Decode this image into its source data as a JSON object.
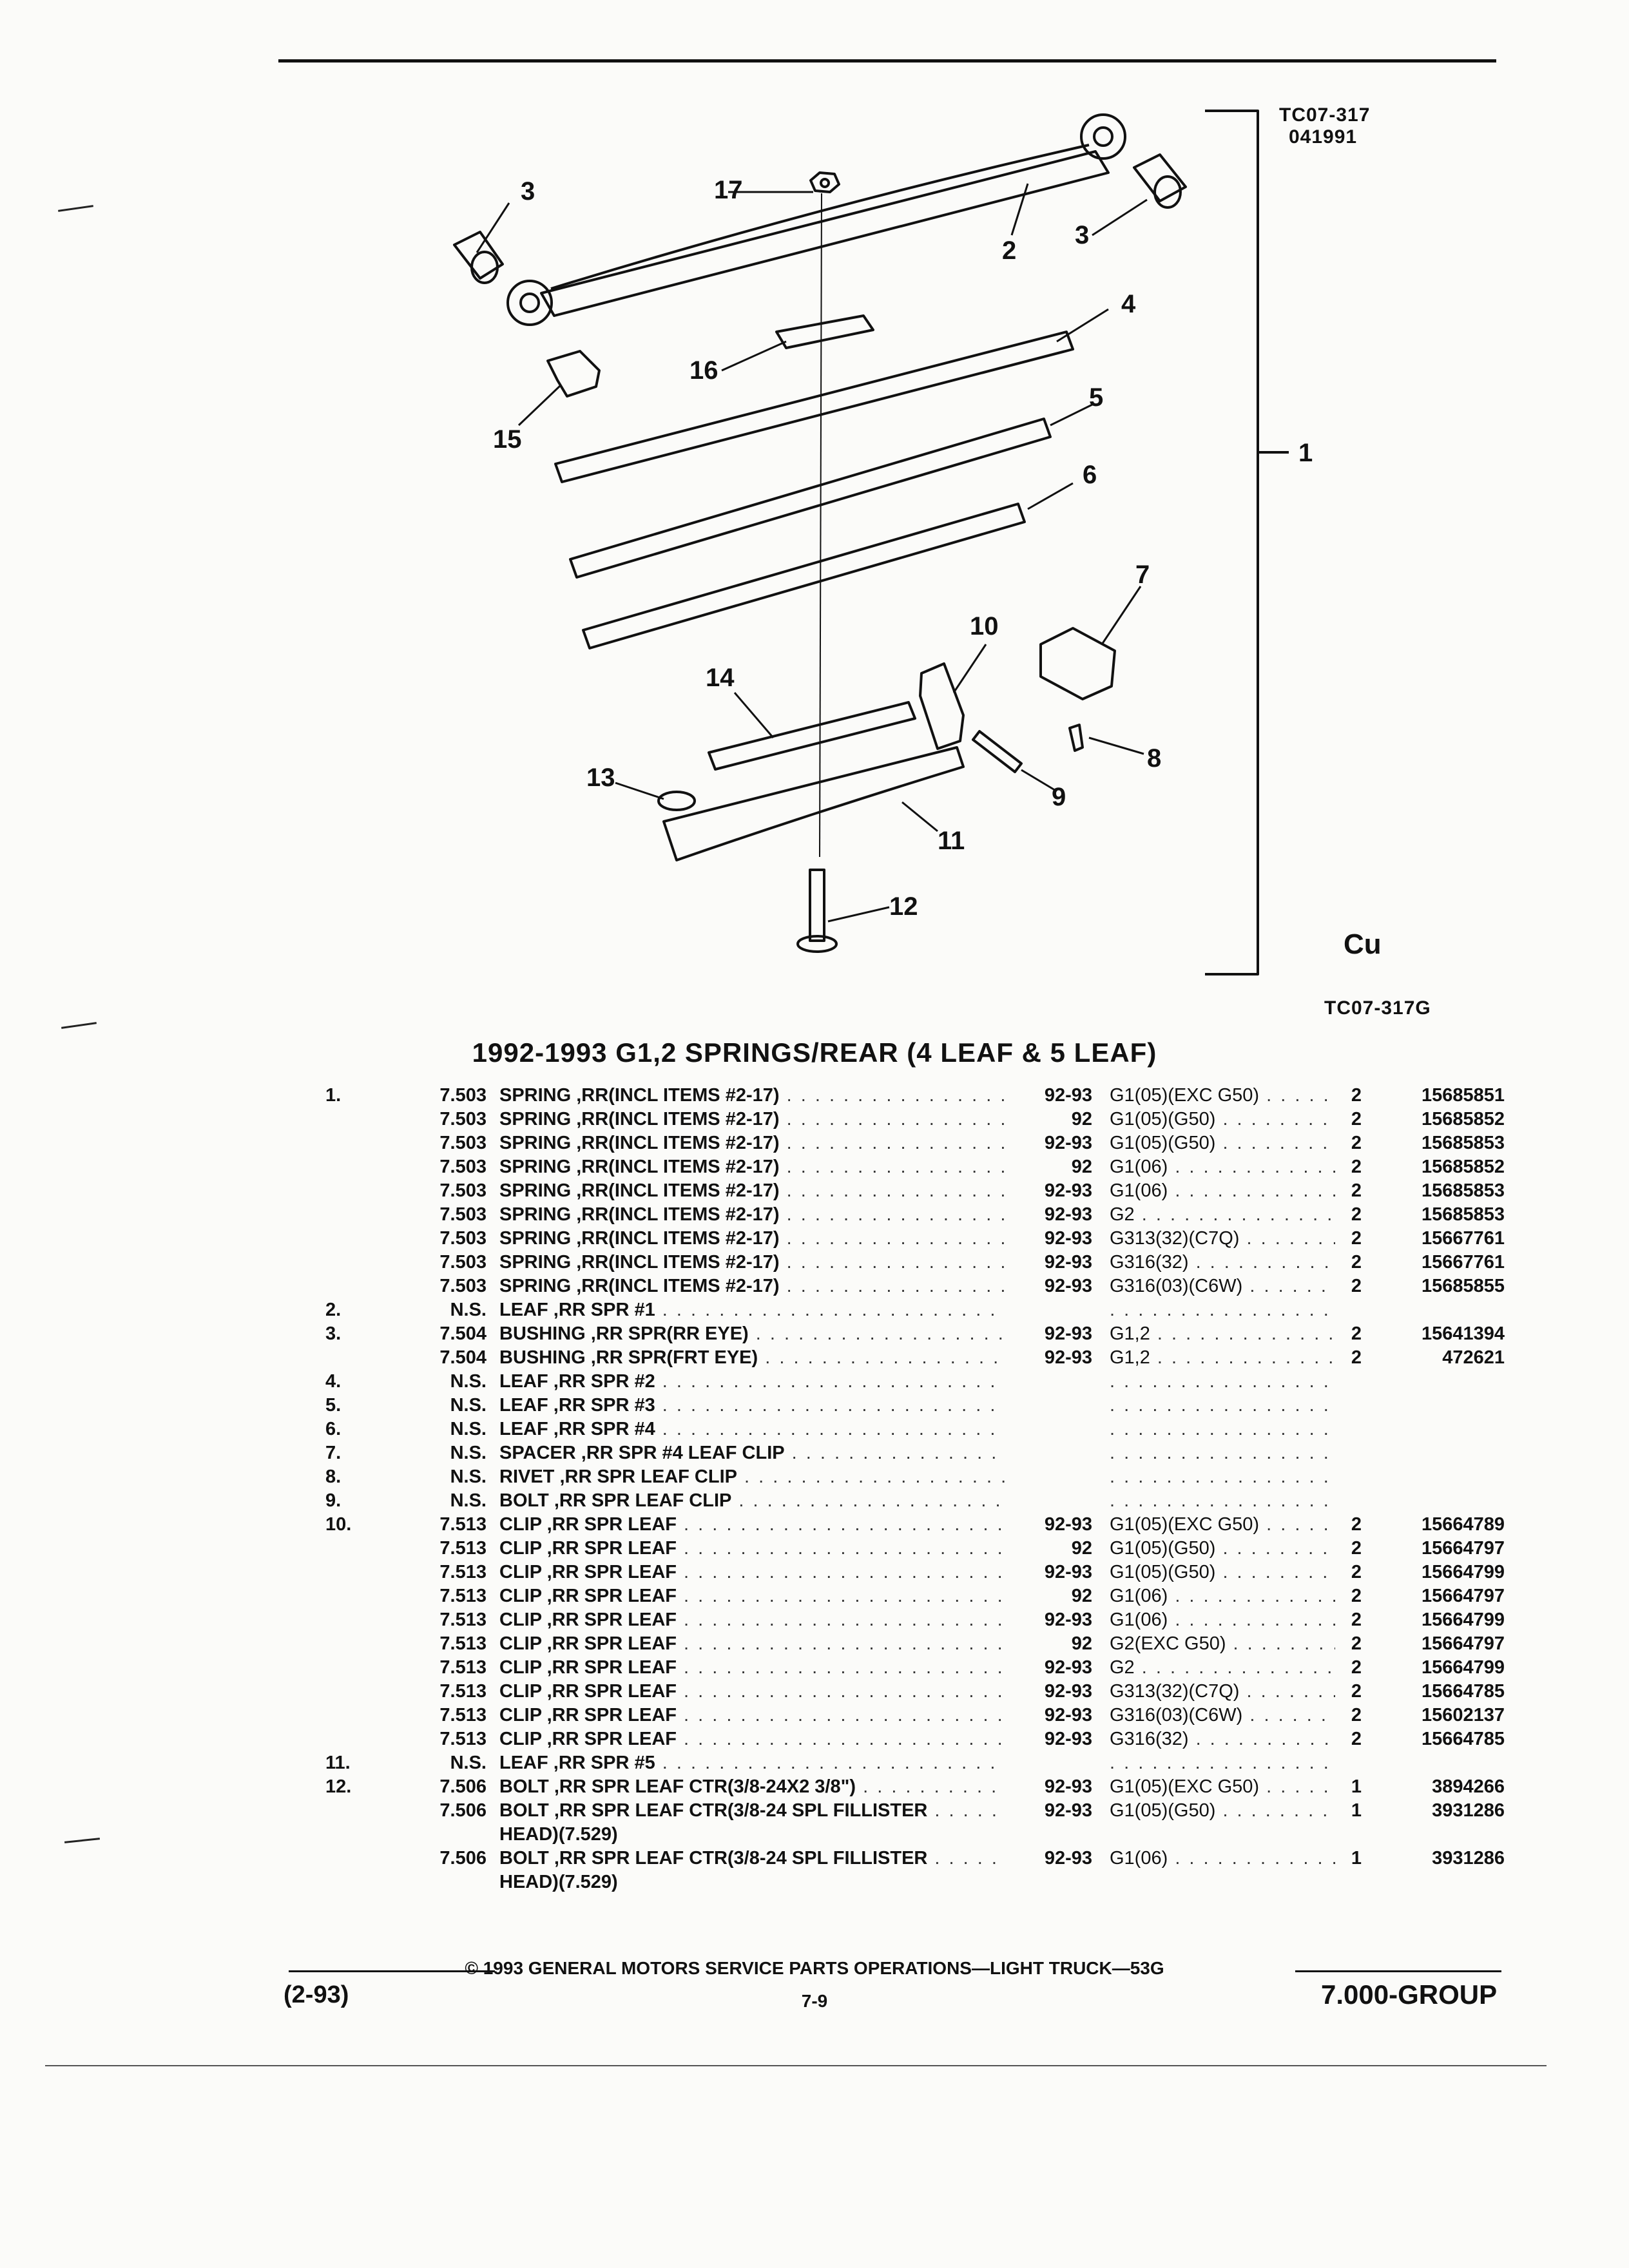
{
  "header": {
    "drawing_number": "TC07-317",
    "drawing_date": "041991",
    "drawing_ref": "TC07-317G"
  },
  "diagram": {
    "callouts": [
      "1",
      "2",
      "3",
      "3",
      "4",
      "5",
      "6",
      "7",
      "8",
      "9",
      "10",
      "11",
      "12",
      "13",
      "14",
      "15",
      "16",
      "17"
    ],
    "logo": "Cu"
  },
  "section": {
    "title": "1992-1993 G1,2 SPRINGS/REAR (4 LEAF & 5 LEAF)"
  },
  "rows": [
    {
      "item": "1.",
      "code": "7.503",
      "desc": "SPRING ,RR(INCL ITEMS #2-17)",
      "years": "92-93",
      "app": "G1(05)(EXC G50)",
      "qty": "2",
      "pn": "15685851"
    },
    {
      "item": "",
      "code": "7.503",
      "desc": "SPRING ,RR(INCL ITEMS #2-17)",
      "years": "92",
      "app": "G1(05)(G50)",
      "qty": "2",
      "pn": "15685852"
    },
    {
      "item": "",
      "code": "7.503",
      "desc": "SPRING ,RR(INCL ITEMS #2-17)",
      "years": "92-93",
      "app": "G1(05)(G50)",
      "qty": "2",
      "pn": "15685853"
    },
    {
      "item": "",
      "code": "7.503",
      "desc": "SPRING ,RR(INCL ITEMS #2-17)",
      "years": "92",
      "app": "G1(06)",
      "qty": "2",
      "pn": "15685852"
    },
    {
      "item": "",
      "code": "7.503",
      "desc": "SPRING ,RR(INCL ITEMS #2-17)",
      "years": "92-93",
      "app": "G1(06)",
      "qty": "2",
      "pn": "15685853"
    },
    {
      "item": "",
      "code": "7.503",
      "desc": "SPRING ,RR(INCL ITEMS #2-17)",
      "years": "92-93",
      "app": "G2",
      "qty": "2",
      "pn": "15685853"
    },
    {
      "item": "",
      "code": "7.503",
      "desc": "SPRING ,RR(INCL ITEMS #2-17)",
      "years": "92-93",
      "app": "G313(32)(C7Q)",
      "qty": "2",
      "pn": "15667761"
    },
    {
      "item": "",
      "code": "7.503",
      "desc": "SPRING ,RR(INCL ITEMS #2-17)",
      "years": "92-93",
      "app": "G316(32)",
      "qty": "2",
      "pn": "15667761"
    },
    {
      "item": "",
      "code": "7.503",
      "desc": "SPRING ,RR(INCL ITEMS #2-17)",
      "years": "92-93",
      "app": "G316(03)(C6W)",
      "qty": "2",
      "pn": "15685855"
    },
    {
      "item": "2.",
      "code": "N.S.",
      "desc": "LEAF ,RR SPR #1",
      "years": "",
      "app": "",
      "qty": "",
      "pn": ""
    },
    {
      "item": "3.",
      "code": "7.504",
      "desc": "BUSHING ,RR SPR(RR EYE)",
      "years": "92-93",
      "app": "G1,2",
      "qty": "2",
      "pn": "15641394"
    },
    {
      "item": "",
      "code": "7.504",
      "desc": "BUSHING ,RR SPR(FRT EYE)",
      "years": "92-93",
      "app": "G1,2",
      "qty": "2",
      "pn": "472621"
    },
    {
      "item": "4.",
      "code": "N.S.",
      "desc": "LEAF ,RR SPR #2",
      "years": "",
      "app": "",
      "qty": "",
      "pn": ""
    },
    {
      "item": "5.",
      "code": "N.S.",
      "desc": "LEAF ,RR SPR #3",
      "years": "",
      "app": "",
      "qty": "",
      "pn": ""
    },
    {
      "item": "6.",
      "code": "N.S.",
      "desc": "LEAF ,RR SPR #4",
      "years": "",
      "app": "",
      "qty": "",
      "pn": ""
    },
    {
      "item": "7.",
      "code": "N.S.",
      "desc": "SPACER ,RR SPR #4 LEAF CLIP",
      "years": "",
      "app": "",
      "qty": "",
      "pn": ""
    },
    {
      "item": "8.",
      "code": "N.S.",
      "desc": "RIVET ,RR SPR LEAF CLIP",
      "years": "",
      "app": "",
      "qty": "",
      "pn": ""
    },
    {
      "item": "9.",
      "code": "N.S.",
      "desc": "BOLT ,RR SPR LEAF CLIP",
      "years": "",
      "app": "",
      "qty": "",
      "pn": ""
    },
    {
      "item": "10.",
      "code": "7.513",
      "desc": "CLIP ,RR SPR LEAF",
      "years": "92-93",
      "app": "G1(05)(EXC G50)",
      "qty": "2",
      "pn": "15664789"
    },
    {
      "item": "",
      "code": "7.513",
      "desc": "CLIP ,RR SPR LEAF",
      "years": "92",
      "app": "G1(05)(G50)",
      "qty": "2",
      "pn": "15664797"
    },
    {
      "item": "",
      "code": "7.513",
      "desc": "CLIP ,RR SPR LEAF",
      "years": "92-93",
      "app": "G1(05)(G50)",
      "qty": "2",
      "pn": "15664799"
    },
    {
      "item": "",
      "code": "7.513",
      "desc": "CLIP ,RR SPR LEAF",
      "years": "92",
      "app": "G1(06)",
      "qty": "2",
      "pn": "15664797"
    },
    {
      "item": "",
      "code": "7.513",
      "desc": "CLIP ,RR SPR LEAF",
      "years": "92-93",
      "app": "G1(06)",
      "qty": "2",
      "pn": "15664799"
    },
    {
      "item": "",
      "code": "7.513",
      "desc": "CLIP ,RR SPR LEAF",
      "years": "92",
      "app": "G2(EXC G50)",
      "qty": "2",
      "pn": "15664797"
    },
    {
      "item": "",
      "code": "7.513",
      "desc": "CLIP ,RR SPR LEAF",
      "years": "92-93",
      "app": "G2",
      "qty": "2",
      "pn": "15664799"
    },
    {
      "item": "",
      "code": "7.513",
      "desc": "CLIP ,RR SPR LEAF",
      "years": "92-93",
      "app": "G313(32)(C7Q)",
      "qty": "2",
      "pn": "15664785"
    },
    {
      "item": "",
      "code": "7.513",
      "desc": "CLIP ,RR SPR LEAF",
      "years": "92-93",
      "app": "G316(03)(C6W)",
      "qty": "2",
      "pn": "15602137"
    },
    {
      "item": "",
      "code": "7.513",
      "desc": "CLIP ,RR SPR LEAF",
      "years": "92-93",
      "app": "G316(32)",
      "qty": "2",
      "pn": "15664785"
    },
    {
      "item": "11.",
      "code": "N.S.",
      "desc": "LEAF ,RR SPR #5",
      "years": "",
      "app": "",
      "qty": "",
      "pn": ""
    },
    {
      "item": "12.",
      "code": "7.506",
      "desc": "BOLT ,RR SPR LEAF CTR(3/8-24X2 3/8\")",
      "years": "92-93",
      "app": "G1(05)(EXC G50)",
      "qty": "1",
      "pn": "3894266"
    },
    {
      "item": "",
      "code": "7.506",
      "desc": "BOLT ,RR SPR LEAF CTR(3/8-24 SPL FILLISTER",
      "years": "92-93",
      "app": "G1(05)(G50)",
      "qty": "1",
      "pn": "3931286",
      "cont": "HEAD)(7.529)"
    },
    {
      "item": "",
      "code": "7.506",
      "desc": "BOLT ,RR SPR LEAF CTR(3/8-24 SPL FILLISTER",
      "years": "92-93",
      "app": "G1(06)",
      "qty": "1",
      "pn": "3931286",
      "cont": "HEAD)(7.529)"
    }
  ],
  "footer": {
    "copyright": "© 1993 GENERAL MOTORS SERVICE PARTS OPERATIONS—LIGHT TRUCK—53G",
    "date": "(2-93)",
    "page": "7-9",
    "group": "7.000-GROUP"
  }
}
